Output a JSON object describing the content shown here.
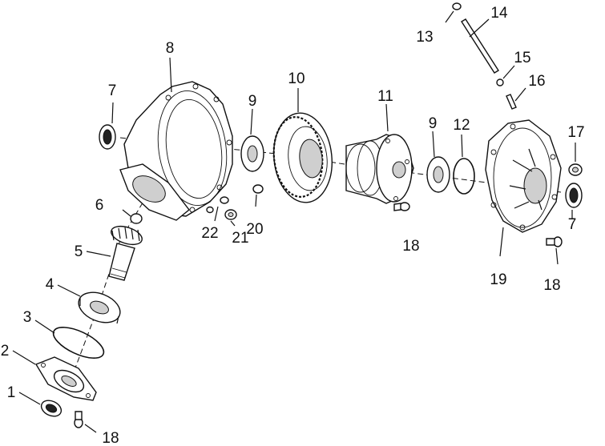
{
  "callouts": [
    {
      "id": "c1",
      "text": "1"
    },
    {
      "id": "c2",
      "text": "2"
    },
    {
      "id": "c3",
      "text": "3"
    },
    {
      "id": "c4",
      "text": "4"
    },
    {
      "id": "c5",
      "text": "5"
    },
    {
      "id": "c6",
      "text": "6"
    },
    {
      "id": "c7a",
      "text": "7"
    },
    {
      "id": "c7b",
      "text": "7"
    },
    {
      "id": "c8",
      "text": "8"
    },
    {
      "id": "c9a",
      "text": "9"
    },
    {
      "id": "c9b",
      "text": "9"
    },
    {
      "id": "c10",
      "text": "10"
    },
    {
      "id": "c11",
      "text": "11"
    },
    {
      "id": "c12",
      "text": "12"
    },
    {
      "id": "c13",
      "text": "13"
    },
    {
      "id": "c14",
      "text": "14"
    },
    {
      "id": "c15",
      "text": "15"
    },
    {
      "id": "c16",
      "text": "16"
    },
    {
      "id": "c17",
      "text": "17"
    },
    {
      "id": "c18a",
      "text": "18"
    },
    {
      "id": "c18b",
      "text": "18"
    },
    {
      "id": "c18c",
      "text": "18"
    },
    {
      "id": "c19",
      "text": "19"
    },
    {
      "id": "c20",
      "text": "20"
    },
    {
      "id": "c21",
      "text": "21"
    },
    {
      "id": "c22",
      "text": "22"
    }
  ]
}
